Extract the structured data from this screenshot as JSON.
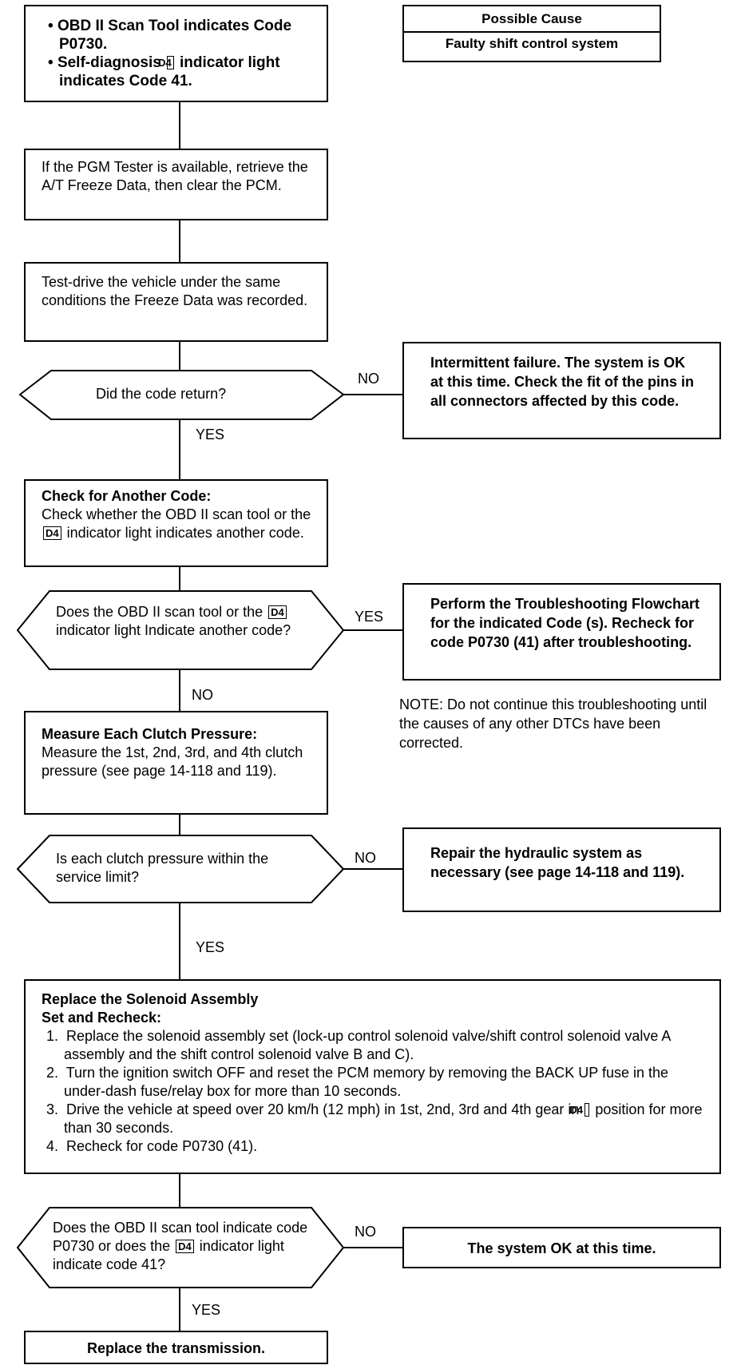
{
  "possible_cause": {
    "header": "Possible Cause",
    "item": "Faulty shift control system"
  },
  "start_box": {
    "bullet1": "OBD II Scan Tool indicates Code P0730.",
    "bullet2_pre": "Self-diagnosis",
    "bullet2_post": "indicator light indicates Code 41."
  },
  "d4_symbol": "D4",
  "step_pgm": "If the PGM Tester is available, retrieve the A/T Freeze Data, then clear the PCM.",
  "step_testdrive": "Test-drive the vehicle under the same conditions the Freeze Data was recorded.",
  "decision_code_return": "Did the code return?",
  "intermittent_box": "Intermittent failure. The system is OK at this time. Check the fit of the pins in all connectors affected by this code.",
  "check_another": {
    "title": "Check for Another Code:",
    "text_pre": "Check whether the OBD II scan tool or the",
    "text_post": "indicator light indicates another code."
  },
  "decision_another": {
    "pre": "Does the OBD II scan tool or the",
    "post": "indicator light Indicate another code?"
  },
  "perform_box": "Perform the Troubleshooting Flowchart for the indicated Code (s). Recheck for code P0730 (41) after troubleshooting.",
  "note": "NOTE: Do not continue this troubleshooting until the causes of any other DTCs have been corrected.",
  "measure": {
    "title": "Measure Each Clutch Pressure:",
    "text": "Measure the 1st, 2nd, 3rd, and 4th clutch pressure (see page 14-118 and 119)."
  },
  "decision_pressure": "Is each clutch pressure within the service limit?",
  "repair_box": "Repair the hydraulic system as necessary (see page 14-118 and 119).",
  "replace_solenoid": {
    "title1": "Replace the Solenoid Assembly",
    "title2": "Set and Recheck:",
    "items": [
      "Replace the solenoid assembly set (lock-up control solenoid valve/shift control solenoid valve A assembly and the shift control solenoid valve B and C).",
      "Turn the ignition switch OFF and reset the PCM memory by removing the BACK UP fuse in the under-dash fuse/relay box for more than 10 seconds.",
      "Drive the vehicle at speed over 20 km/h (12 mph) in 1st, 2nd, 3rd and 4th gear in",
      "position for more than 30 seconds.",
      "Recheck for code P0730 (41)."
    ]
  },
  "decision_final": {
    "pre": "Does the OBD II scan tool indicate code P0730 or does the",
    "post": "indicator light indicate code 41?"
  },
  "ok_box": "The system OK at this time.",
  "replace_trans": "Replace the transmission.",
  "labels": {
    "yes": "YES",
    "no": "NO"
  }
}
